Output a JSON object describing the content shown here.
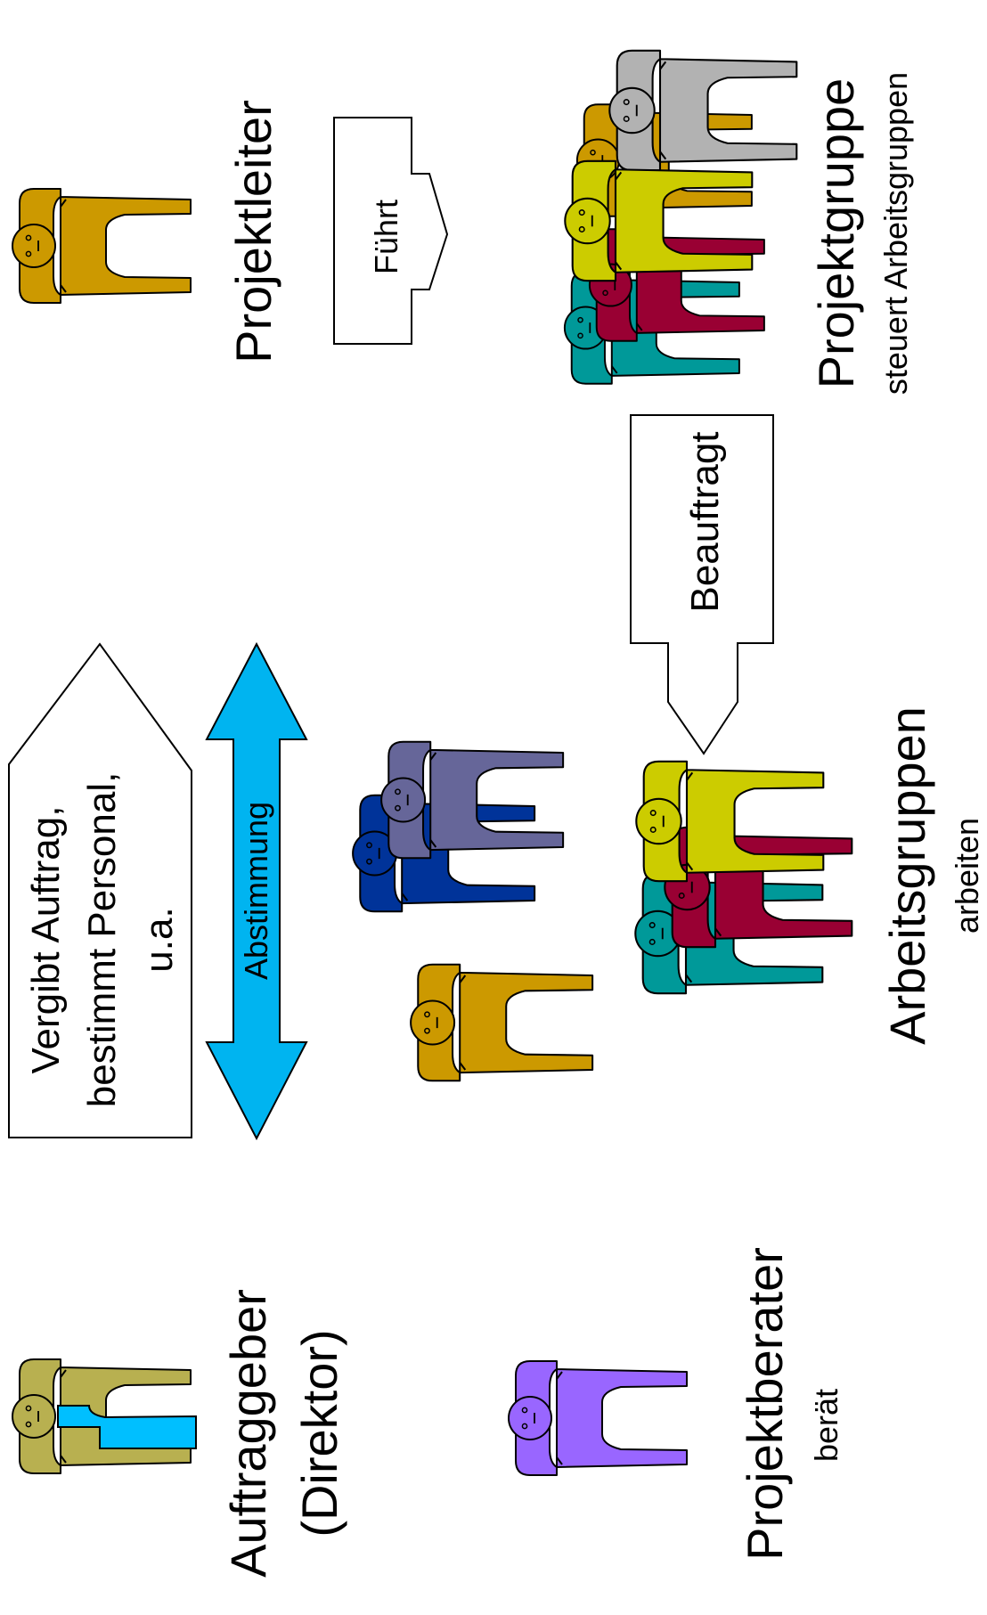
{
  "labels": {
    "projektleiter": "Projektleiter",
    "projektgruppe": "Projektgruppe",
    "projektgruppe_sub": "steuert Arbeitsgruppen",
    "arbeitsgruppen": "Arbeitsgruppen",
    "arbeitsgruppen_sub": "arbeiten",
    "auftraggeber_1": "Auftraggeber",
    "auftraggeber_2": "(Direktor)",
    "projektberater": "Projektberater",
    "projektberater_sub": "berät"
  },
  "arrows": {
    "fuehrt": "Führt",
    "beauftragt": "Beauftragt",
    "vergibt_1": "Vergibt Auftrag,",
    "vergibt_2": "bestimmt Personal,",
    "vergibt_3": "u.a.",
    "abstimmung": "Abstimmung"
  },
  "colors": {
    "orange": "#CC9900",
    "olive": "#B8B050",
    "cyan": "#00BFFF",
    "violet": "#9966FF",
    "teal": "#009999",
    "crimson": "#990033",
    "yellow": "#CCCC00",
    "gray": "#B2B2B2",
    "navy": "#003399",
    "slate": "#666699",
    "arrow_blue": "#00B4F0"
  }
}
